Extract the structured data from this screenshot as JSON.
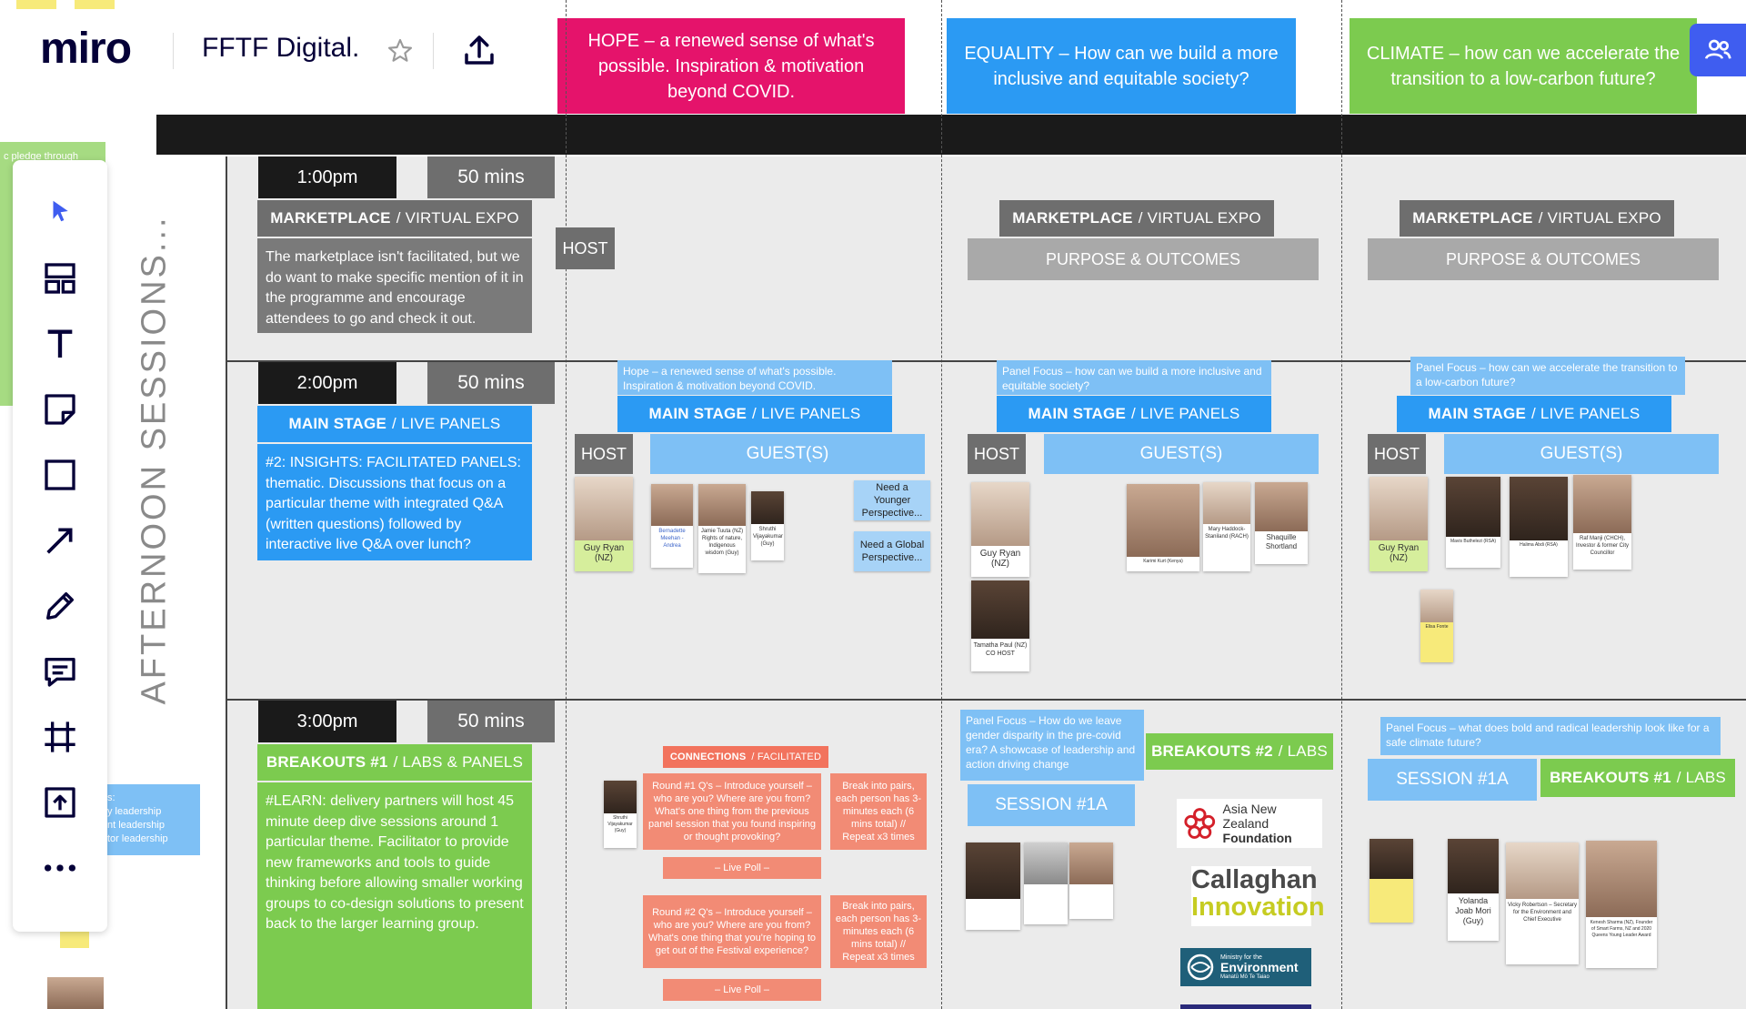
{
  "app": {
    "logo": "miro",
    "board_title": "FFTF Digital."
  },
  "icons": {
    "star": "star-icon",
    "upload": "upload-icon",
    "collaborators": "users-icon"
  },
  "toolbar": {
    "tools": [
      {
        "name": "select-tool",
        "icon": "cursor-icon"
      },
      {
        "name": "templates-tool",
        "icon": "templates-icon"
      },
      {
        "name": "text-tool",
        "icon": "text-icon"
      },
      {
        "name": "sticky-note-tool",
        "icon": "sticky-note-icon"
      },
      {
        "name": "shape-tool",
        "icon": "rectangle-icon"
      },
      {
        "name": "arrow-tool",
        "icon": "arrow-icon"
      },
      {
        "name": "pen-tool",
        "icon": "pen-icon"
      },
      {
        "name": "comment-tool",
        "icon": "comment-icon"
      },
      {
        "name": "frame-tool",
        "icon": "frame-icon"
      },
      {
        "name": "upload-tool",
        "icon": "upload-icon"
      },
      {
        "name": "more-tool",
        "icon": "more-icon"
      }
    ]
  },
  "colors": {
    "hope": "#e5136b",
    "equality": "#2b9af3",
    "climate": "#7ccb4f",
    "miro_accent": "#3f5df0"
  },
  "themes": {
    "hope": "HOPE – a renewed sense of what's possible. Inspiration & motivation beyond COVID.",
    "equality": "EQUALITY – How can we build a more inclusive and equitable society?",
    "climate": "CLIMATE – how can we accelerate the transition to a low-carbon future?"
  },
  "side_label": "AFTERNOON SESSIONS...",
  "offboard": {
    "left_note_fragment": "c pledge through",
    "left_blue_note": "s:\ny leadership\nnt leadership\ntor leadership"
  },
  "rows": {
    "r1": {
      "time": "1:00pm",
      "duration": "50 mins",
      "header_bold": "MARKETPLACE",
      "header_rest": "/ VIRTUAL EXPO",
      "description": "The marketplace isn't facilitated, but we do want to make specific mention of it in the programme and encourage attendees to go and check it out.",
      "host_label": "HOST",
      "equality_header_bold": "MARKETPLACE",
      "equality_header_rest": "/ VIRTUAL EXPO",
      "equality_purpose": "PURPOSE & OUTCOMES",
      "climate_header_bold": "MARKETPLACE",
      "climate_header_rest": "/ VIRTUAL EXPO",
      "climate_purpose": "PURPOSE & OUTCOMES"
    },
    "r2": {
      "time": "2:00pm",
      "duration": "50 mins",
      "header_bold": "MAIN STAGE",
      "header_rest": "/ LIVE PANELS",
      "description": "#2: INSIGHTS: FACILITATED PANELS: thematic. Discussions that focus on a particular theme with integrated Q&A (written questions) followed by interactive live Q&A over lunch?",
      "hope": {
        "focus": "Hope – a renewed sense of what's possible. Inspiration & motivation beyond COVID.",
        "header_bold": "MAIN STAGE",
        "header_rest": "/ LIVE PANELS",
        "host": "HOST",
        "guests": "GUEST(S)",
        "host_name": "Guy Ryan (NZ)",
        "note_younger": "Need a Younger Perspective...",
        "note_global": "Need a Global Perspective...",
        "guest_captions": [
          "Bernadette Meehan - Andrea",
          "Jamie Tuuta (NZ) Rights of nature, Indigenous wisdom (Guy)",
          "Shruthi Vijayakumar (Guy)"
        ]
      },
      "equality": {
        "focus": "Panel Focus – how can we build a more inclusive and equitable society?",
        "header_bold": "MAIN STAGE",
        "header_rest": "/ LIVE PANELS",
        "host": "HOST",
        "guests": "GUEST(S)",
        "host_name": "Guy Ryan (NZ)",
        "cohost_name": "Tamatha Paul (NZ) CO HOST",
        "guest_captions": [
          "Karimi Kurt (Kenya)",
          "Mary Haddock-Staniland (RACH)",
          "Shaquille Shortland"
        ]
      },
      "climate": {
        "focus": "Panel Focus – how can we accelerate the transition to a low-carbon future?",
        "header_bold": "MAIN STAGE",
        "header_rest": "/ LIVE PANELS",
        "host": "HOST",
        "guests": "GUEST(S)",
        "host_name": "Guy Ryan (NZ)",
        "guest_captions": [
          "Mavis Buthelezi (RSA)",
          "Halima Abdi (RSA)",
          "Raf Manji (CHCH), Investor & former City Councillor"
        ],
        "extra_caption": "Elisa Fonte"
      }
    },
    "r3": {
      "time": "3:00pm",
      "duration": "50 mins",
      "header_bold": "BREAKOUTS #1",
      "header_rest": "/ LABS & PANELS",
      "description": "#LEARN: delivery partners will host 45 minute deep dive sessions around 1 particular theme. Facilitator to provide new frameworks and tools to guide thinking before allowing smaller working groups to co-design solutions to present back to the larger learning group.",
      "hope": {
        "connections_bold": "CONNECTIONS",
        "connections_rest": "/ FACILITATED",
        "round1": "Round #1 Q's – Introduce yourself – who are you? Where are you from? What's one thing from the previous panel session that you found inspiring or thought provoking?",
        "round1_break": "Break into pairs, each person has 3-minutes each (6 mins total) // Repeat x3 times",
        "poll1": "– Live Poll –",
        "round2": "Round #2 Q's – Introduce yourself – who are you? Where are you from? What's one thing that you're hoping to get out of the Festival experience?",
        "round2_break": "Break into pairs, each person has 3-minutes each (6 mins total) // Repeat x3 times",
        "poll2": "– Live Poll –",
        "person_caption": "Shruthi Vijayakumar (Guy)"
      },
      "equality": {
        "focus": "Panel Focus – How do we leave gender disparity in the pre-covid era? A showcase of leadership and action driving change",
        "breakouts_bold": "BREAKOUTS #2",
        "breakouts_rest": "/ LABS",
        "session": "SESSION #1A",
        "logo1_line1": "Asia New Zealand",
        "logo1_line2": "Foundation",
        "logo2_line1": "Callaghan",
        "logo2_line2": "Innovation",
        "logo3_small": "Ministry for the",
        "logo3_big": "Environment",
        "logo3_sub": "Manatū Mō Te Taiao"
      },
      "climate": {
        "focus": "Panel Focus – what does bold and radical leadership look like for a safe climate future?",
        "session": "SESSION #1A",
        "breakouts_bold": "BREAKOUTS #1",
        "breakouts_rest": "/ LABS",
        "guest_captions": [
          "Yolanda Joab Mori (Guy)",
          "Vicky Robertson – Secretary for the Environment and Chief Executive",
          "Kenesh Sharma (NZ), Founder of Smart Farms, NZ and 2020 Queens Young Leader Award"
        ]
      }
    }
  }
}
